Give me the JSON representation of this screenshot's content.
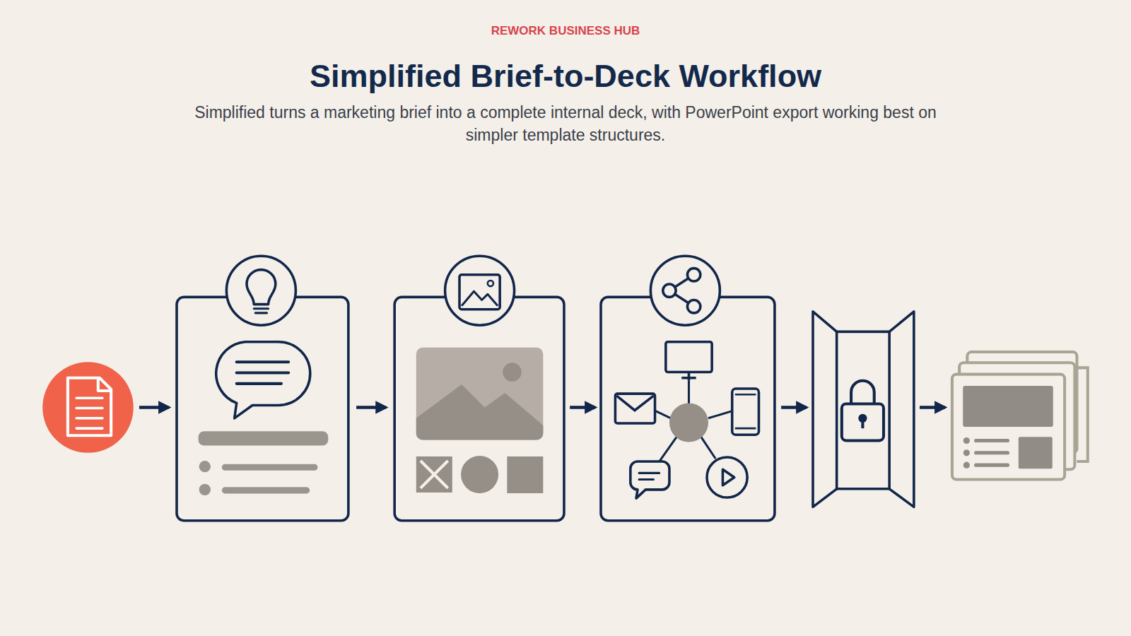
{
  "diagram": {
    "title": "Simplified Brief-to-Deck Workflow",
    "caption": "Simplified turns a marketing brief into a complete internal deck, with PowerPoint export working best on simpler template structures.",
    "labels": [
      "REWORK BUSINESS HUB"
    ]
  }
}
